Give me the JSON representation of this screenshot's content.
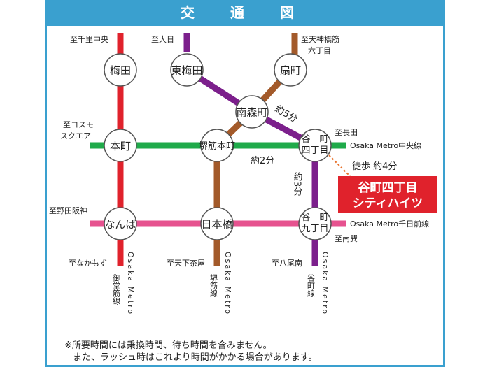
{
  "title": "交 通 図",
  "colors": {
    "header": "#3aa0cf",
    "midosuji": "#e0222c",
    "chuo": "#1faa4a",
    "sakaisuji": "#a35a2a",
    "tanimachi": "#7c1f8c",
    "sennichimae": "#e6528f",
    "property": "#e0222c"
  },
  "stations": {
    "umeda": "梅田",
    "higashiumeda": "東梅田",
    "ogimachi": "扇町",
    "minamimorimachi": "南森町",
    "honmachi": "本町",
    "sakaisujihonmachi": "堺筋本町",
    "tanimachi4_a": "谷　町",
    "tanimachi4_b": "四丁目",
    "namba": "なんば",
    "nipponbashi": "日本橋",
    "tanimachi9_a": "谷　町",
    "tanimachi9_b": "九丁目"
  },
  "terminals": {
    "senri_chuo": "至千里中央",
    "dainichi": "至大日",
    "tenjinbashi_a": "至天神橋筋",
    "tenjinbashi_b": "六丁目",
    "cosmo_a": "至コスモ",
    "cosmo_b": "スクエア",
    "nagata": "至長田",
    "nodahanshin": "至野田阪神",
    "minamitatsumi": "至南巽",
    "nakamozu": "至なかもず",
    "tengachaya": "至天下茶屋",
    "yaominami": "至八尾南"
  },
  "line_names": {
    "chuo": "Osaka Metro中央線",
    "sennichimae": "Osaka Metro千日前線",
    "midosuji_v1": "Osaka Metro",
    "midosuji_v2": "御堂筋線",
    "sakaisuji_v1": "Osaka Metro",
    "sakaisuji_v2": "堺筋線",
    "tanimachi_v1": "Osaka Metro",
    "tanimachi_v2": "谷町線"
  },
  "times": {
    "t5": "約5分",
    "t2": "約2分",
    "t3": "約3分",
    "walk": "徒歩 約4分"
  },
  "property": {
    "line1": "谷町四丁目",
    "line2": "シティハイツ"
  },
  "notes": {
    "line1": "※所要時間には乗換時間、待ち時間を含みません。",
    "line2": "また、ラッシュ時はこれより時間がかかる場合があります。"
  }
}
